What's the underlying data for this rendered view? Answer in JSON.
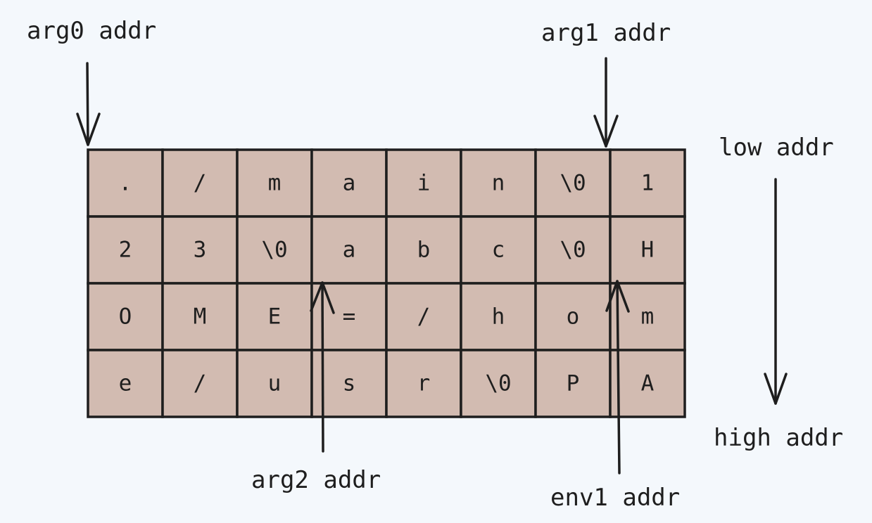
{
  "memory": {
    "rows": [
      [
        ".",
        "/",
        "m",
        "a",
        "i",
        "n",
        "\\0",
        "1"
      ],
      [
        "2",
        "3",
        "\\0",
        "a",
        "b",
        "c",
        "\\0",
        "H"
      ],
      [
        "O",
        "M",
        "E",
        "=",
        "/",
        "h",
        "o",
        "m"
      ],
      [
        "e",
        "/",
        "u",
        "s",
        "r",
        "\\0",
        "P",
        "A"
      ]
    ]
  },
  "labels": {
    "arg0": "arg0 addr",
    "arg1": "arg1 addr",
    "arg2": "arg2 addr",
    "env1": "env1 addr",
    "low": "low addr",
    "high": "high addr"
  },
  "colors": {
    "background": "#f4f8fc",
    "cell_fill": "#d2bbb1",
    "stroke": "#1e1e1e"
  }
}
